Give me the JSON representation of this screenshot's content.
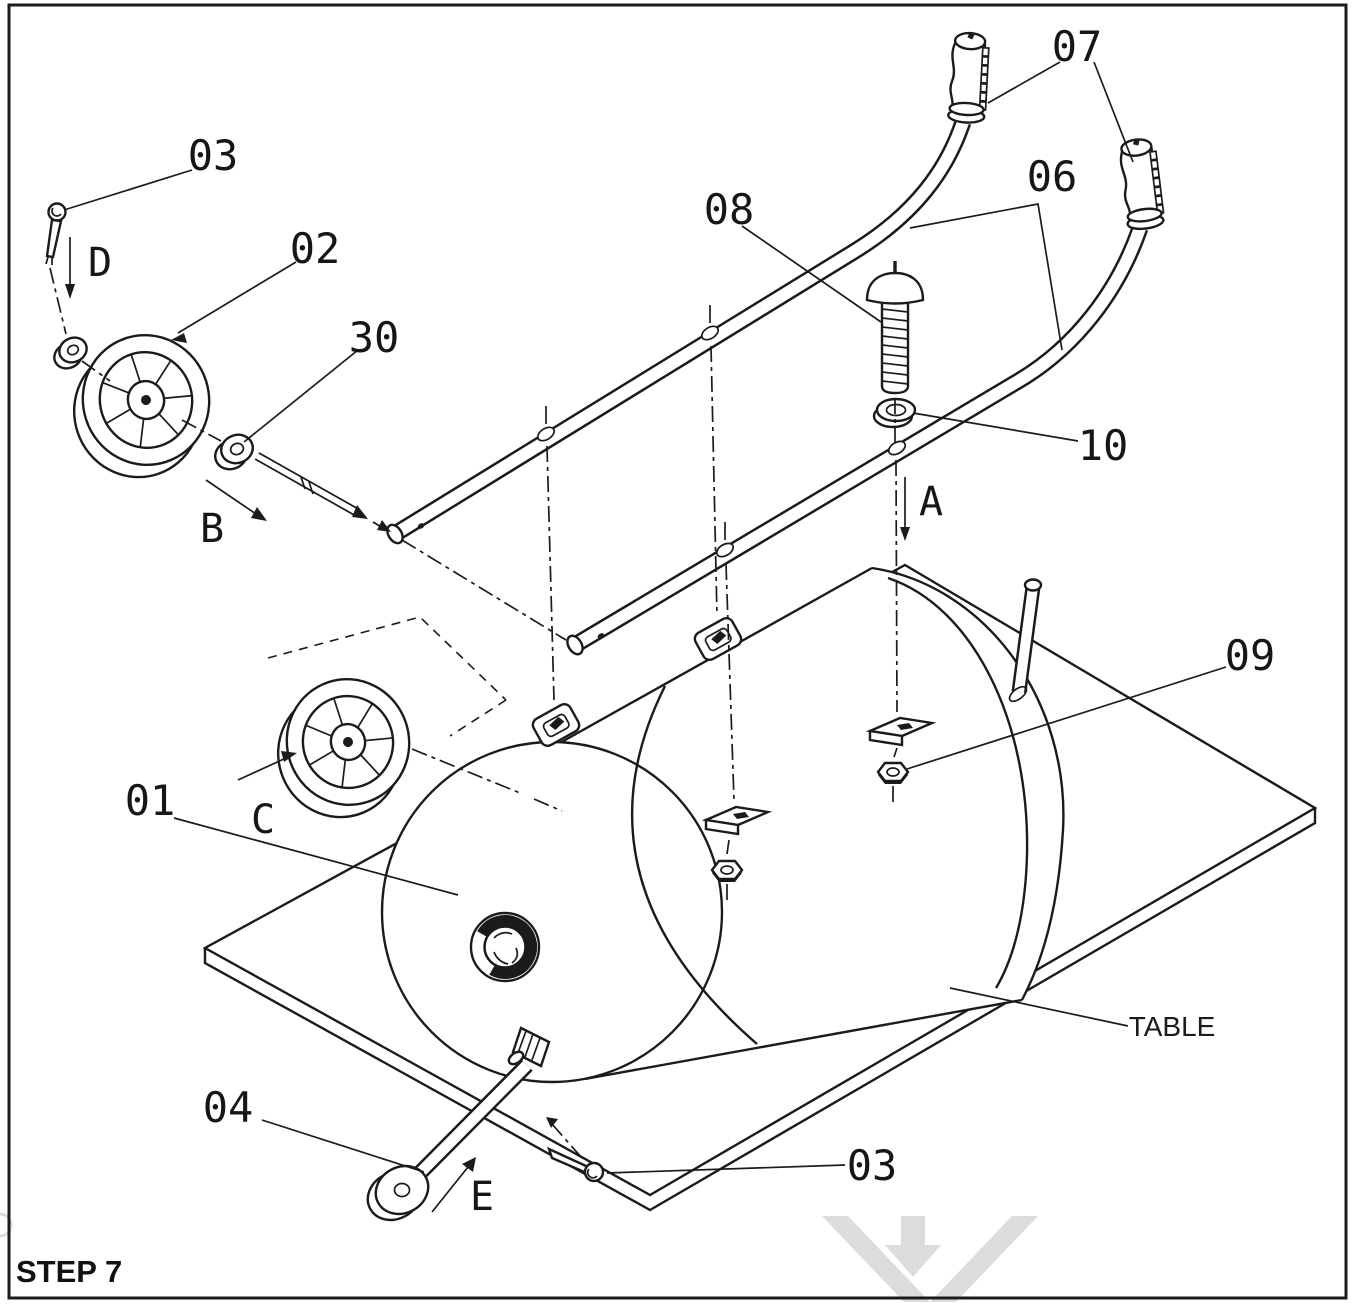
{
  "step_label": "STEP 7",
  "table_label": "TABLE",
  "part_labels": {
    "p03_top": "03",
    "p02": "02",
    "p30": "30",
    "p07": "07",
    "p06": "06",
    "p08": "08",
    "p10": "10",
    "p09": "09",
    "p01": "01",
    "p04": "04",
    "p03_bottom": "03"
  },
  "direction_labels": {
    "A": "A",
    "B": "B",
    "C": "C",
    "D": "D",
    "E": "E"
  },
  "colors": {
    "line": "#1b1b1b",
    "background": "#ffffff",
    "watermark": "#dcdcdc"
  }
}
